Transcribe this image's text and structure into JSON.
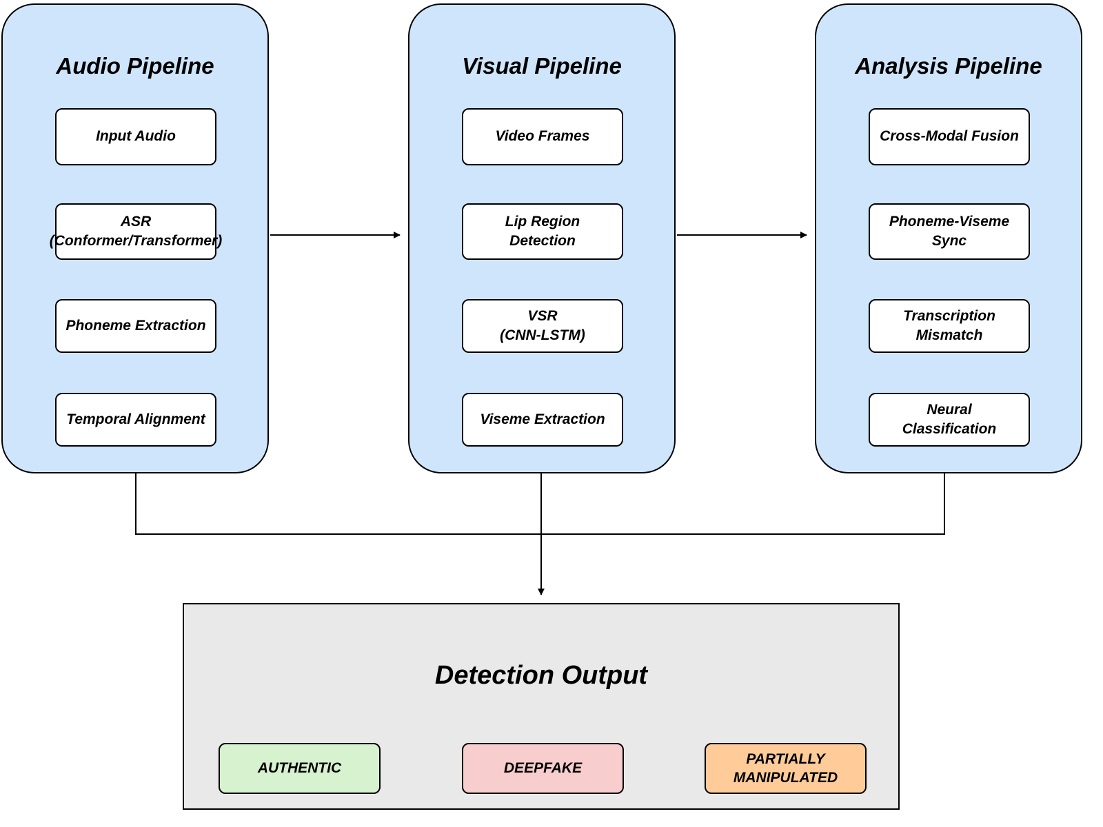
{
  "diagram": {
    "pipelines": [
      {
        "title": "Audio Pipeline",
        "nodes": [
          "Input Audio",
          "ASR\n(Conformer/Transformer)",
          "Phoneme Extraction",
          "Temporal Alignment"
        ]
      },
      {
        "title": "Visual Pipeline",
        "nodes": [
          "Video Frames",
          "Lip Region\nDetection",
          "VSR\n(CNN-LSTM)",
          "Viseme Extraction"
        ]
      },
      {
        "title": "Analysis Pipeline",
        "nodes": [
          "Cross-Modal Fusion",
          "Phoneme-Viseme\nSync",
          "Transcription\nMismatch",
          "Neural\nClassification"
        ]
      }
    ],
    "output": {
      "title": "Detection Output",
      "results": [
        {
          "label": "AUTHENTIC",
          "color": "#d6f2cf"
        },
        {
          "label": "DEEPFAKE",
          "color": "#f8cdcd"
        },
        {
          "label": "PARTIALLY\nMANIPULATED",
          "color": "#ffcc99"
        }
      ]
    },
    "colors": {
      "pipeline_fill": "#cfe5fb",
      "pipeline_border": "#000000",
      "node_fill": "#ffffff",
      "output_fill": "#e9e9e9",
      "connector": "#000000"
    }
  }
}
